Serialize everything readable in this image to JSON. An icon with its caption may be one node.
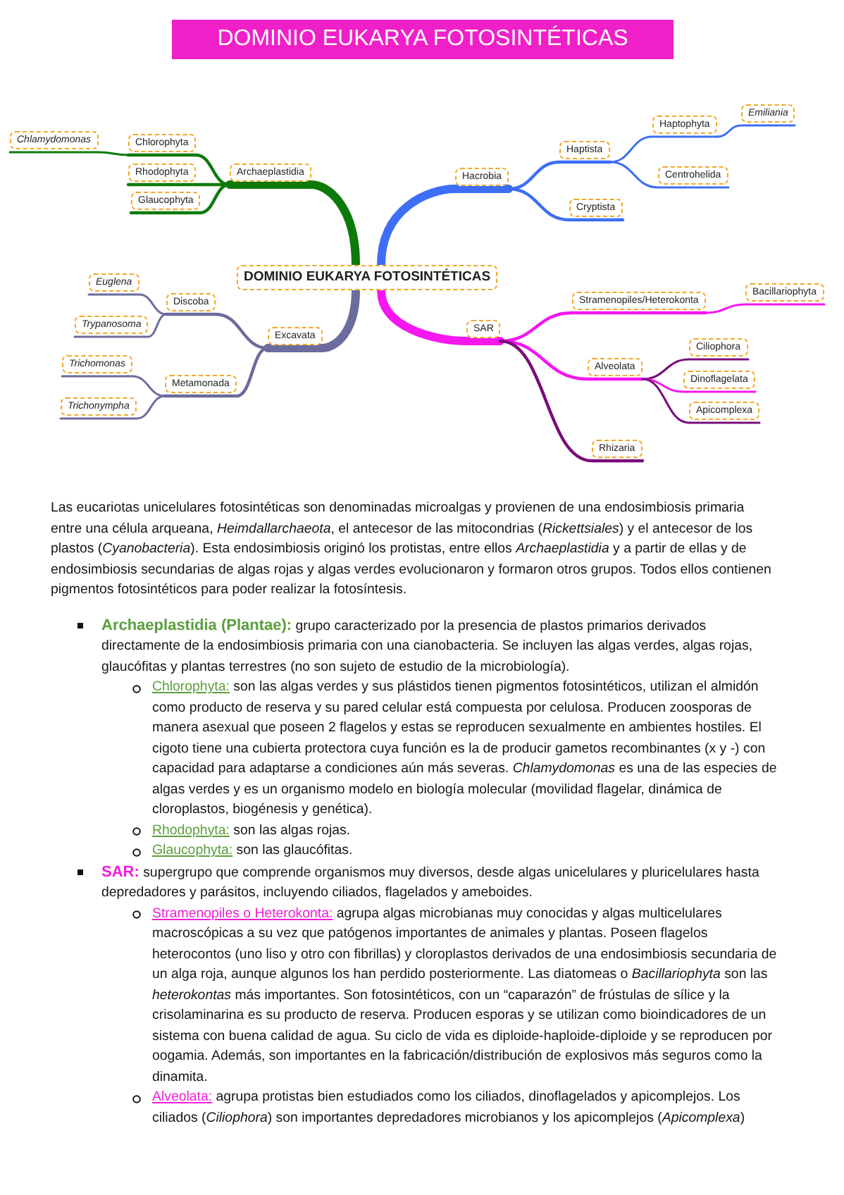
{
  "diagram": {
    "title": "DOMINIO EUKARYA FOTOSINTÉTICAS",
    "nodes": [
      {
        "text": [
          "DOMINIO EUKARYA FOTOSINTÉTICAS"
        ]
      },
      {
        "text": [
          "Archaeplastidia"
        ]
      },
      {
        "text": [
          "Chlorophyta"
        ]
      },
      {
        "text": [
          "Chlamydomonas"
        ]
      },
      {
        "text": [
          "Rhodophyta"
        ]
      },
      {
        "text": [
          "Glaucophyta"
        ]
      },
      {
        "text": [
          "Hacrobia"
        ]
      },
      {
        "text": [
          "Haptista"
        ]
      },
      {
        "text": [
          "Haptophyta"
        ]
      },
      {
        "text": [
          "Emiliania"
        ]
      },
      {
        "text": [
          "Centrohelida"
        ]
      },
      {
        "text": [
          "Cryptista"
        ]
      },
      {
        "text": [
          "Excavata"
        ]
      },
      {
        "text": [
          "Discoba"
        ]
      },
      {
        "text": [
          "Euglena"
        ]
      },
      {
        "text": [
          "Trypanosoma"
        ]
      },
      {
        "text": [
          "Metamonada"
        ]
      },
      {
        "text": [
          "Trichomonas"
        ]
      },
      {
        "text": [
          "Trichonympha"
        ]
      },
      {
        "text": [
          "SAR"
        ]
      },
      {
        "text": [
          "Stramenopiles/Heterokonta"
        ]
      },
      {
        "text": [
          "Bacillariophyta"
        ]
      },
      {
        "text": [
          "Alveolata"
        ]
      },
      {
        "text": [
          "Ciliophora"
        ]
      },
      {
        "text": [
          "Dinoflagelata"
        ]
      },
      {
        "text": [
          "Apicomplexa"
        ]
      },
      {
        "text": [
          "Rhizaria"
        ]
      }
    ],
    "edges": [
      {
        "from": 0,
        "to": 1,
        "arrow": "none",
        "style": "thick",
        "color": "#0b7a0b"
      },
      {
        "from": 1,
        "to": 2,
        "arrow": "none",
        "color": "#0b7a0b"
      },
      {
        "from": 2,
        "to": 3,
        "arrow": "none",
        "color": "#0b7a0b"
      },
      {
        "from": 1,
        "to": 4,
        "arrow": "none",
        "color": "#0b7a0b"
      },
      {
        "from": 1,
        "to": 5,
        "arrow": "none",
        "color": "#0b7a0b"
      },
      {
        "from": 0,
        "to": 6,
        "arrow": "none",
        "style": "thick",
        "color": "#3d6ef5"
      },
      {
        "from": 6,
        "to": 7,
        "arrow": "none",
        "color": "#3d6ef5"
      },
      {
        "from": 7,
        "to": 8,
        "arrow": "none",
        "color": "#3d6ef5"
      },
      {
        "from": 8,
        "to": 9,
        "arrow": "none",
        "color": "#3d6ef5"
      },
      {
        "from": 7,
        "to": 10,
        "arrow": "none",
        "color": "#3d6ef5"
      },
      {
        "from": 6,
        "to": 11,
        "arrow": "none",
        "color": "#3d6ef5"
      },
      {
        "from": 0,
        "to": 12,
        "arrow": "none",
        "style": "thick"
      },
      {
        "from": 12,
        "to": 13,
        "arrow": "none"
      },
      {
        "from": 13,
        "to": 14,
        "arrow": "none"
      },
      {
        "from": 13,
        "to": 15,
        "arrow": "none"
      },
      {
        "from": 12,
        "to": 16,
        "arrow": "none"
      },
      {
        "from": 16,
        "to": 17,
        "arrow": "none"
      },
      {
        "from": 16,
        "to": 18,
        "arrow": "none"
      },
      {
        "from": 0,
        "to": 19,
        "arrow": "none",
        "style": "thick",
        "color": "#f516f0"
      },
      {
        "from": 19,
        "to": 20,
        "arrow": "none",
        "color": "#f516f0"
      },
      {
        "from": 20,
        "to": 21,
        "arrow": "none",
        "color": "#f516f0"
      },
      {
        "from": 19,
        "to": 22,
        "arrow": "none",
        "color": "#f516f0"
      },
      {
        "from": 22,
        "to": 23,
        "arrow": "none",
        "color": "#7a0c7a"
      },
      {
        "from": 22,
        "to": 24,
        "arrow": "none",
        "color": "#f516f0"
      },
      {
        "from": 22,
        "to": 25,
        "arrow": "none",
        "color": "#7a0c7a"
      },
      {
        "from": 19,
        "to": 26,
        "arrow": "none",
        "color": "#7a0c7a"
      }
    ],
    "labels": [
      "Las eucariotas unicelulares fotosintéticas son denominadas microalgas y provienen de una endosimbiosis primaria entre una célula arqueana, *Heimdallarchaeota*, el antecesor de las mitocondrias (*Rickettsiales*) y el antecesor de los plastos (*Cyanobacteria*). Esta endosimbiosis originó los protistas, entre ellos *Archaeplastidia* y a partir de ellas y de endosimbiosis secundarias de algas rojas y algas verdes evolucionaron y formaron otros grupos. Todos ellos contienen pigmentos fotosintéticos para poder realizar la fotosíntesis.",
      "**Archaeplastidia (Plantae):** grupo caracterizado por la presencia de plastos primarios derivados directamente de la endosimbiosis primaria con una cianobacteria. Se incluyen las algas verdes, algas rojas, glaucófitas y plantas terrestres (no son sujeto de estudio de la microbiología).",
      "**Chlorophyta:** son las algas verdes y sus plástidos tienen pigmentos fotosintéticos, utilizan el almidón como producto de reserva y su pared celular está compuesta por celulosa. Producen zoosporas de manera asexual que poseen 2 flagelos y estas se reproducen sexualmente en ambientes hostiles. El cigoto tiene una cubierta protectora cuya función es la de producir gametos recombinantes (x y -) con capacidad para adaptarse a condiciones aún más severas. *Chlamydomonas* es una de las especies de algas verdes y es un organismo modelo en biología molecular (movilidad flagelar, dinámica de cloroplastos, biogénesis y genética).",
      "**Rhodophyta:** son las algas rojas.",
      "**Glaucophyta:** son las glaucófitas.",
      "**SAR:** supergrupo que comprende organismos muy diversos, desde algas unicelulares y pluricelulares hasta depredadores y parásitos, incluyendo ciliados, flagelados y ameboides.",
      "**Stramenopiles o Heterokonta:** agrupa algas microbianas muy conocidas y algas multicelulares macroscópicas a su vez que patógenos importantes de animales y plantas. Poseen flagelos heterocontos (uno liso y otro con fibrillas) y cloroplastos derivados de una endosimbiosis secundaria de un alga roja, aunque algunos los han perdido posteriormente. Las diatomeas o *Bacillariophyta* son las *heterokontas* más importantes. Son fotosintéticos, con un “caparazón” de frústulas de sílice y la crisolaminarina es su producto de reserva. Producen esporas y se utilizan como bioindicadores de un sistema con buena calidad de agua. Su ciclo de vida es diploide-haploide-diploide y se reproducen por oogamia. Además, son importantes en la fabricación/distribución de explosivos más seguros como la dinamita.",
      "**Alveolata:** agrupa protistas bien estudiados como los ciliados, dinoflagelados y apicomplejos. Los ciliados (*Ciliophora*) son importantes depredadores microbianos y los apicomplejos (*Apicomplexa*)"
    ]
  }
}
